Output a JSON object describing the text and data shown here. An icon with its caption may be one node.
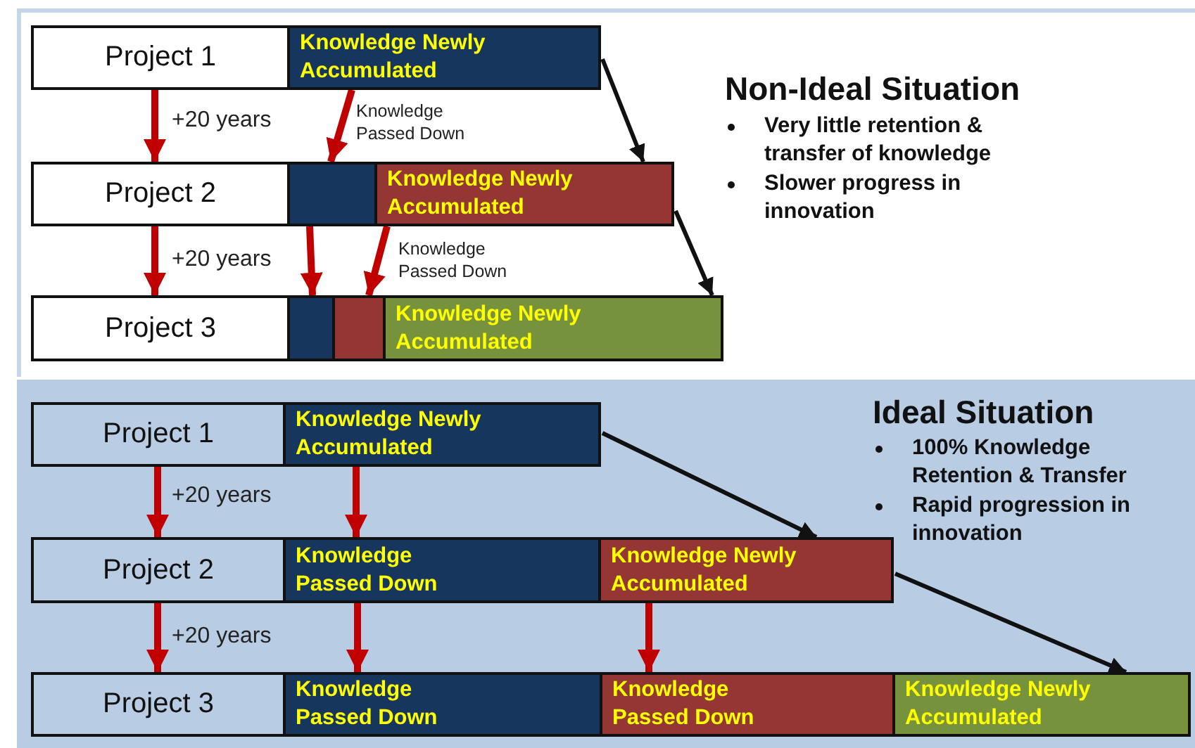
{
  "diagram": {
    "nodes": [
      {
        "text": [
          "Project 1"
        ]
      },
      {
        "text": [
          "Knowledge Newly Accumulated"
        ]
      },
      {
        "text": [
          "Project 2"
        ]
      },
      {
        "text": [],
        "shape": "bar"
      },
      {
        "text": [
          "Knowledge Newly Accumulated"
        ]
      },
      {
        "text": [
          "Project 3"
        ]
      },
      {
        "text": [],
        "shape": "bar"
      },
      {
        "text": [],
        "shape": "bar"
      },
      {
        "text": [
          "Knowledge Newly Accumulated"
        ]
      },
      {
        "text": [
          "Project 1"
        ]
      },
      {
        "text": [
          "Knowledge Newly Accumulated"
        ]
      },
      {
        "text": [
          "Project 2"
        ]
      },
      {
        "text": [
          "Knowledge Passed Down"
        ]
      },
      {
        "text": [
          "Knowledge Newly Accumulated"
        ]
      },
      {
        "text": [
          "Project 3"
        ]
      },
      {
        "text": [
          "Knowledge Passed Down"
        ]
      },
      {
        "text": [
          "Knowledge Passed Down"
        ]
      },
      {
        "text": [
          "Knowledge Newly Accumulated"
        ]
      }
    ],
    "edges": [
      {
        "from": 0,
        "to": 2,
        "arrow": "to",
        "label": "+20 years"
      },
      {
        "from": 1,
        "to": 3,
        "arrow": "to",
        "label": "Knowledge Passed Down"
      },
      {
        "from": 2,
        "to": 5,
        "arrow": "to",
        "label": "+20 years"
      },
      {
        "from": 3,
        "to": 6,
        "arrow": "to"
      },
      {
        "from": 4,
        "to": 7,
        "arrow": "to",
        "label": "Knowledge Passed Down"
      },
      {
        "from": 9,
        "to": 11,
        "arrow": "to",
        "label": "+20 years"
      },
      {
        "from": 10,
        "to": 12,
        "arrow": "to"
      },
      {
        "from": 11,
        "to": 14,
        "arrow": "to",
        "label": "+20 years"
      },
      {
        "from": 12,
        "to": 15,
        "arrow": "to"
      },
      {
        "from": 13,
        "to": 16,
        "arrow": "to"
      },
      {
        "from": 1,
        "to": 4,
        "arrow": "to",
        "color": "#111111"
      },
      {
        "from": 4,
        "to": 8,
        "arrow": "to",
        "color": "#111111"
      },
      {
        "from": 10,
        "to": 13,
        "arrow": "to",
        "color": "#111111"
      },
      {
        "from": 13,
        "to": 17,
        "arrow": "to",
        "color": "#111111"
      }
    ],
    "labels": [
      "Non-Ideal Situation",
      "Very little retention & transfer of knowledge",
      "Slower progress in innovation",
      "Ideal Situation",
      "100% Knowledge Retention & Transfer",
      "Rapid progression in innovation"
    ]
  }
}
